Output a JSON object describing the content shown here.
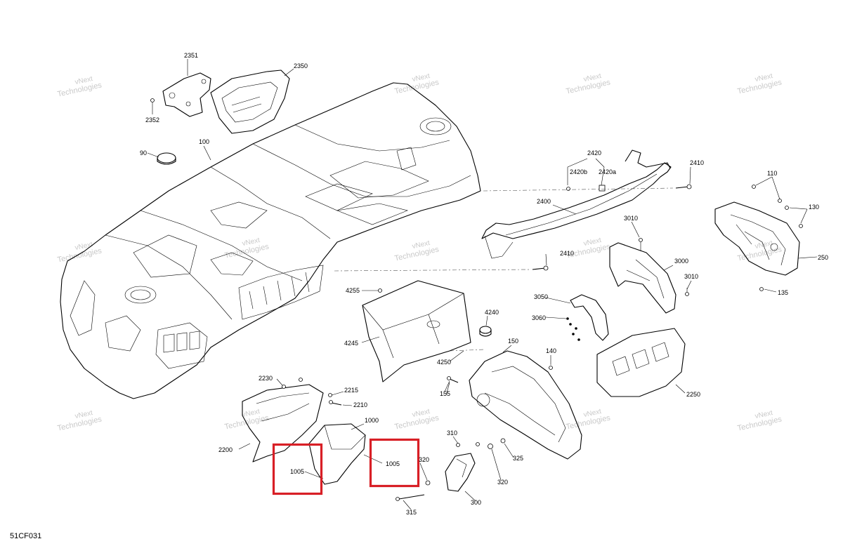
{
  "diagram": {
    "code": "51CF031",
    "watermark": [
      "vNext",
      "Technologies"
    ],
    "callouts": {
      "c90": "90",
      "c100": "100",
      "c110": "110",
      "c130": "130",
      "c135": "135",
      "c140": "140",
      "c150": "150",
      "c155": "155",
      "c250": "250",
      "c300": "300",
      "c310": "310",
      "c315": "315",
      "c320a": "320",
      "c320b": "320",
      "c325": "325",
      "c1000": "1000",
      "c1005a": "1005",
      "c1005b": "1005",
      "c2200": "2200",
      "c2210": "2210",
      "c2215": "2215",
      "c2230": "2230",
      "c2250": "2250",
      "c2350": "2350",
      "c2351": "2351",
      "c2352": "2352",
      "c2400": "2400",
      "c2410a": "2410",
      "c2410b": "2410",
      "c2420": "2420",
      "c2420a": "2420a",
      "c2420b": "2420b",
      "c3000": "3000",
      "c3010a": "3010",
      "c3010b": "3010",
      "c3050": "3050",
      "c3060": "3060",
      "c4240": "4240",
      "c4245": "4245",
      "c4250": "4250",
      "c4255": "4255"
    },
    "highlight_color": "#d81f26"
  }
}
